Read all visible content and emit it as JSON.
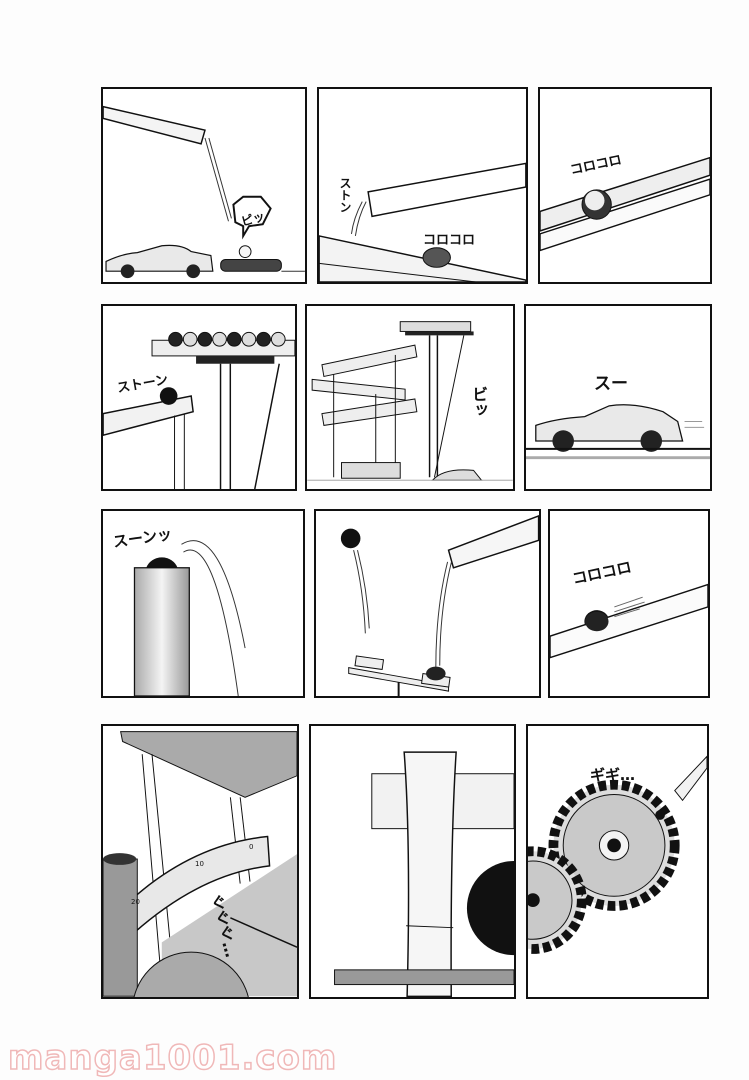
{
  "page": {
    "type": "manga-page",
    "background": "#fdfdfd",
    "panel_border_color": "#111111"
  },
  "panels": [
    {
      "id": 1,
      "scene": "ball drops from chute onto button next to car",
      "sfx": "ピッ"
    },
    {
      "id": 2,
      "scene": "ball drops from chute onto ramp and rolls",
      "sfx": [
        "ストン",
        "コロコロ"
      ]
    },
    {
      "id": 3,
      "scene": "ball rolls along a rail",
      "sfx": "コロコロ"
    },
    {
      "id": 4,
      "scene": "ball drops onto ramp below table of balls",
      "sfx": "ストーン"
    },
    {
      "id": 5,
      "scene": "string pulled by car triggers table",
      "sfx": "ビッ"
    },
    {
      "id": 6,
      "scene": "car glides forward",
      "sfx": "スー"
    },
    {
      "id": 7,
      "scene": "ball shoots out of pipe",
      "sfx": "スーンッ"
    },
    {
      "id": 8,
      "scene": "ball falls onto seesaw while another is launched",
      "sfx": ""
    },
    {
      "id": 9,
      "scene": "ball rolls down rail",
      "sfx": "コロコロ"
    },
    {
      "id": 10,
      "scene": "curved ruler bends under table",
      "sfx": "ぐぐぐ…",
      "ruler_marks": [
        "0",
        "10",
        "20"
      ]
    },
    {
      "id": 11,
      "scene": "bamboo pole turns gears",
      "sfx": ""
    },
    {
      "id": 12,
      "scene": "ball meets turning gears",
      "sfx": "ギギ…"
    }
  ],
  "watermark": {
    "text": "manga1001.com",
    "color": "#f0b8b8"
  }
}
